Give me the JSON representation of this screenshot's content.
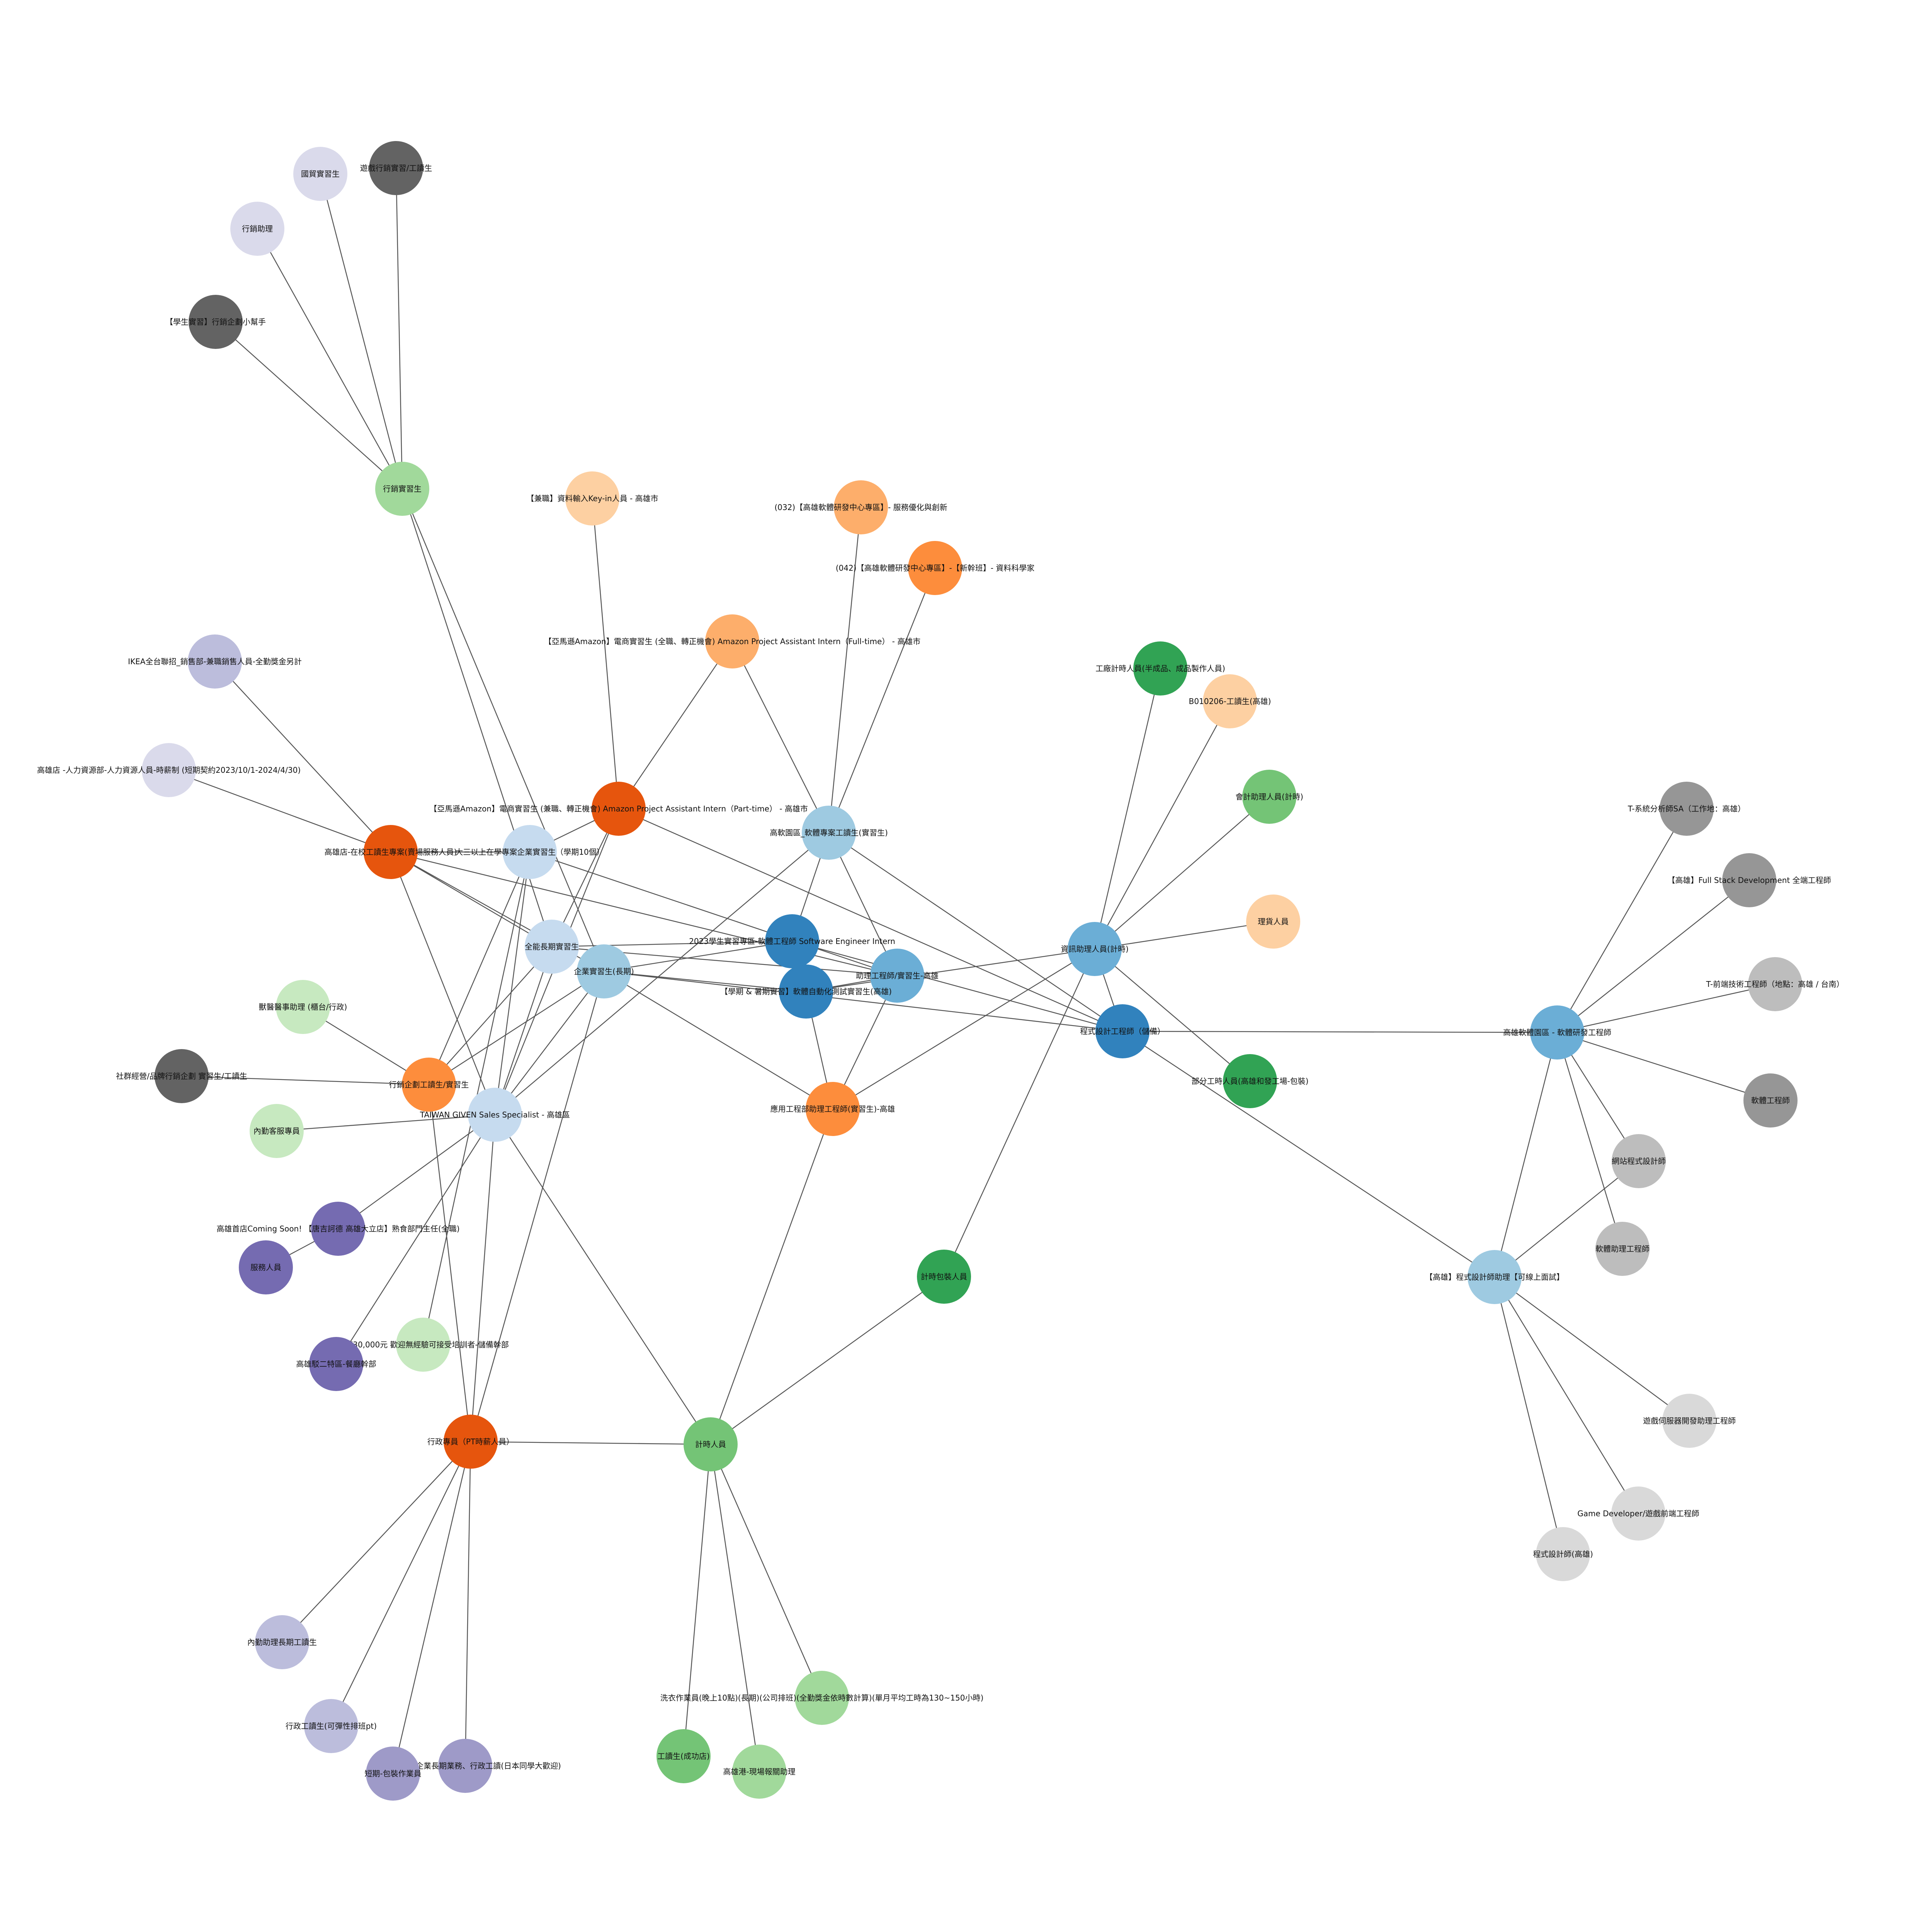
{
  "colors": {
    "edge": "#555555",
    "label": "#111111",
    "palette": {
      "orange_dark": "#e6550d",
      "orange": "#fd8d3c",
      "orange_light": "#fdae6b",
      "orange_pale": "#fdd0a2",
      "blue_dark": "#3182bd",
      "blue": "#6baed6",
      "blue_light": "#9ecae1",
      "blue_pale": "#c6dbef",
      "green_dark": "#31a354",
      "green": "#74c476",
      "green_light": "#a1d99b",
      "green_pale": "#c7e9c0",
      "purple_dark": "#756bb1",
      "purple": "#9e9ac8",
      "purple_light": "#bcbddc",
      "purple_pale": "#dadaeb",
      "grey_dark": "#636363",
      "grey": "#969696",
      "grey_light": "#bdbdbd",
      "grey_pale": "#d9d9d9"
    }
  },
  "nodes": [
    {
      "id": "n_game_marketing",
      "label": "遊戲行銷實習/工讀生",
      "color": "grey_dark"
    },
    {
      "id": "n_trade_intern",
      "label": "國貿實習生",
      "color": "purple_pale"
    },
    {
      "id": "n_marketing_asst",
      "label": "行銷助理",
      "color": "purple_pale"
    },
    {
      "id": "n_student_marketing",
      "label": "【學生實習】行銷企劃小幫手",
      "color": "grey_dark"
    },
    {
      "id": "n_marketing_intern",
      "label": "行銷實習生",
      "color": "green_light"
    },
    {
      "id": "n_keyin",
      "label": "【兼職】資料輸入Key-in人員 - 高雄市",
      "color": "orange_pale"
    },
    {
      "id": "n_032",
      "label": "(032)【高雄軟體研發中心專區】- 服務優化與創新",
      "color": "orange_light"
    },
    {
      "id": "n_042",
      "label": "(042)【高雄軟體研發中心專區】-【新幹班】- 資料科學家",
      "color": "orange"
    },
    {
      "id": "n_amazon_ft",
      "label": "【亞馬遜Amazon】電商實習生 (全職、轉正機會) Amazon Project Assistant Intern（Full-time） - 高雄市",
      "color": "orange_light"
    },
    {
      "id": "n_ikea",
      "label": "IKEA全台聯招_銷售部-兼職銷售人員-全勤獎金另計",
      "color": "purple_light"
    },
    {
      "id": "n_hr",
      "label": "高雄店 -人力資源部-人力資源人員-時薪制 (短期契約2023/10/1-2024/4/30)",
      "color": "purple_pale"
    },
    {
      "id": "n_kaohsiung_store",
      "label": "高雄店-在校工讀生專案(賣場服務人員)",
      "color": "orange_dark"
    },
    {
      "id": "n_amazon_pt",
      "label": "【亞馬遜Amazon】電商實習生 (兼職、轉正機會) Amazon Project Assistant Intern（Part-time） - 高雄市",
      "color": "orange_dark"
    },
    {
      "id": "n_enterprise_10",
      "label": "大三以上在學專案企業實習生（學期10個）",
      "color": "blue_pale"
    },
    {
      "id": "n_kaohsiung_soft",
      "label": "高軟園區_軟體專案工讀生(實習生)",
      "color": "blue_light"
    },
    {
      "id": "n_allround_intern",
      "label": "全能長期實習生",
      "color": "blue_pale"
    },
    {
      "id": "n_enterprise_long",
      "label": "企業實習生(長期)",
      "color": "blue_light"
    },
    {
      "id": "n_swe_intern",
      "label": "2023學生實習專區-軟體工程師 Software Engineer Intern",
      "color": "blue_dark"
    },
    {
      "id": "n_asst_eng",
      "label": "助理工程師/實習生-高雄",
      "color": "blue"
    },
    {
      "id": "n_auto_test",
      "label": "【學期 & 暑期實習】軟體自動化測試實習生(高雄)",
      "color": "blue_dark"
    },
    {
      "id": "n_vet",
      "label": "獸醫醫事助理 (櫃台/行政)",
      "color": "green_pale"
    },
    {
      "id": "n_community",
      "label": "社群經營/品牌行銷企劃 實習生/工讀生",
      "color": "grey_dark"
    },
    {
      "id": "n_mkt_plan",
      "label": "行銷企劃工讀生/實習生",
      "color": "orange"
    },
    {
      "id": "n_taiwan_given",
      "label": "TAIWAN GIVEN  Sales Specialist - 高雄區",
      "color": "blue_pale"
    },
    {
      "id": "n_customer_svc",
      "label": "內勤客服專員",
      "color": "green_pale"
    },
    {
      "id": "n_app_eng",
      "label": "應用工程部助理工程師(實習生)-高雄",
      "color": "orange"
    },
    {
      "id": "n_info_asst",
      "label": "資訊助理人員(計時)",
      "color": "blue"
    },
    {
      "id": "n_prog_design",
      "label": "程式設計工程師（儲備）",
      "color": "blue_dark"
    },
    {
      "id": "n_factory_pt",
      "label": "工廠計時人員(半成品、成品製作人員)",
      "color": "green_dark"
    },
    {
      "id": "n_b010206",
      "label": "B010206-工讀生(高雄)",
      "color": "orange_pale"
    },
    {
      "id": "n_accounting",
      "label": "會計助理人員(計時)",
      "color": "green"
    },
    {
      "id": "n_warehouse",
      "label": "理貨人員",
      "color": "orange_pale"
    },
    {
      "id": "n_partial_pt",
      "label": "部分工時人員(高雄和發工場-包裝)",
      "color": "green_dark"
    },
    {
      "id": "n_kaohsiung_rd",
      "label": "高雄軟體園區 - 軟體研發工程師",
      "color": "blue"
    },
    {
      "id": "n_sa",
      "label": "T-系統分析師SA（工作地：高雄）",
      "color": "grey"
    },
    {
      "id": "n_fullstack",
      "label": "【高雄】Full Stack Development 全端工程師",
      "color": "grey"
    },
    {
      "id": "n_frontend",
      "label": "T-前端技術工程師（地點：高雄 / 台南）",
      "color": "grey_light"
    },
    {
      "id": "n_sw_eng",
      "label": "軟體工程師",
      "color": "grey"
    },
    {
      "id": "n_web_dev",
      "label": "網站程式設計師",
      "color": "grey_light"
    },
    {
      "id": "n_sw_asst",
      "label": "軟體助理工程師",
      "color": "grey_light"
    },
    {
      "id": "n_prog_asst",
      "label": "【高雄】程式設計師助理【可線上面試】",
      "color": "blue_light"
    },
    {
      "id": "n_game_server",
      "label": "遊戲伺服器開發助理工程師",
      "color": "grey_pale"
    },
    {
      "id": "n_game_dev",
      "label": "Game Developer/遊戲前端工程師",
      "color": "grey_pale"
    },
    {
      "id": "n_programmer",
      "label": "程式設計師(高雄)",
      "color": "grey_pale"
    },
    {
      "id": "n_hourly_pack",
      "label": "計時包裝人員",
      "color": "green_dark"
    },
    {
      "id": "n_hourly",
      "label": "計時人員",
      "color": "green"
    },
    {
      "id": "n_admin_pt",
      "label": "行政專員（PT時薪人員）",
      "color": "orange_dark"
    },
    {
      "id": "n_first_store",
      "label": "高雄首店Coming Soon! 【唐吉訶德 高雄大立店】熟食部門主任(全職)",
      "color": "purple_dark"
    },
    {
      "id": "n_service",
      "label": "服務人員",
      "color": "purple_dark"
    },
    {
      "id": "n_salary",
      "label": "起薪30,000元 歡迎無經驗可接受培訓者-儲備幹部",
      "color": "green_pale"
    },
    {
      "id": "n_second_area",
      "label": "高雄駁二特區-餐廳幹部",
      "color": "purple_dark"
    },
    {
      "id": "n_office_long",
      "label": "內勤助理長期工讀生",
      "color": "purple_light"
    },
    {
      "id": "n_admin_flex",
      "label": "行政工讀生(可彈性排班pt)",
      "color": "purple_light"
    },
    {
      "id": "n_japan",
      "label": "【高雄】日商企業長期業務、行政工讀(日本同學大歡迎)",
      "color": "purple"
    },
    {
      "id": "n_short_pack",
      "label": "短期-包裝作業員",
      "color": "purple"
    },
    {
      "id": "n_laundry",
      "label": "洗衣作業員(晚上10點)(長期)(公司排班)(全勤獎金依時數計算)(單月平均工時為130~150小時)",
      "color": "green_light"
    },
    {
      "id": "n_cheng_gong",
      "label": "工讀生(成功店)",
      "color": "green"
    },
    {
      "id": "n_port",
      "label": "高雄港-現場報關助理",
      "color": "green_light"
    }
  ],
  "edges": [
    [
      "n_marketing_intern",
      "n_game_marketing"
    ],
    [
      "n_marketing_intern",
      "n_trade_intern"
    ],
    [
      "n_marketing_intern",
      "n_marketing_asst"
    ],
    [
      "n_marketing_intern",
      "n_student_marketing"
    ],
    [
      "n_marketing_intern",
      "n_allround_intern"
    ],
    [
      "n_marketing_intern",
      "n_enterprise_long"
    ],
    [
      "n_amazon_pt",
      "n_keyin"
    ],
    [
      "n_amazon_pt",
      "n_amazon_ft"
    ],
    [
      "n_kaohsiung_soft",
      "n_amazon_ft"
    ],
    [
      "n_kaohsiung_soft",
      "n_032"
    ],
    [
      "n_kaohsiung_soft",
      "n_042"
    ],
    [
      "n_kaohsiung_store",
      "n_ikea"
    ],
    [
      "n_kaohsiung_store",
      "n_hr"
    ],
    [
      "n_kaohsiung_store",
      "n_enterprise_10"
    ],
    [
      "n_kaohsiung_store",
      "n_allround_intern"
    ],
    [
      "n_kaohsiung_store",
      "n_enterprise_long"
    ],
    [
      "n_kaohsiung_store",
      "n_taiwan_given"
    ],
    [
      "n_kaohsiung_store",
      "n_asst_eng"
    ],
    [
      "n_amazon_pt",
      "n_enterprise_10"
    ],
    [
      "n_amazon_pt",
      "n_allround_intern"
    ],
    [
      "n_amazon_pt",
      "n_taiwan_given"
    ],
    [
      "n_amazon_pt",
      "n_prog_design"
    ],
    [
      "n_enterprise_10",
      "n_asst_eng"
    ],
    [
      "n_enterprise_10",
      "n_taiwan_given"
    ],
    [
      "n_enterprise_10",
      "n_mkt_plan"
    ],
    [
      "n_kaohsiung_soft",
      "n_swe_intern"
    ],
    [
      "n_kaohsiung_soft",
      "n_asst_eng"
    ],
    [
      "n_kaohsiung_soft",
      "n_prog_design"
    ],
    [
      "n_kaohsiung_soft",
      "n_taiwan_given"
    ],
    [
      "n_allround_intern",
      "n_swe_intern"
    ],
    [
      "n_allround_intern",
      "n_mkt_plan"
    ],
    [
      "n_allround_intern",
      "n_taiwan_given"
    ],
    [
      "n_allround_intern",
      "n_asst_eng"
    ],
    [
      "n_enterprise_long",
      "n_swe_intern"
    ],
    [
      "n_enterprise_long",
      "n_auto_test"
    ],
    [
      "n_enterprise_long",
      "n_prog_design"
    ],
    [
      "n_enterprise_long",
      "n_app_eng"
    ],
    [
      "n_enterprise_long",
      "n_taiwan_given"
    ],
    [
      "n_enterprise_long",
      "n_mkt_plan"
    ],
    [
      "n_enterprise_long",
      "n_admin_pt"
    ],
    [
      "n_swe_intern",
      "n_auto_test"
    ],
    [
      "n_swe_intern",
      "n_prog_design"
    ],
    [
      "n_asst_eng",
      "n_auto_test"
    ],
    [
      "n_asst_eng",
      "n_app_eng"
    ],
    [
      "n_auto_test",
      "n_app_eng"
    ],
    [
      "n_auto_test",
      "n_info_asst"
    ],
    [
      "n_info_asst",
      "n_factory_pt"
    ],
    [
      "n_info_asst",
      "n_b010206"
    ],
    [
      "n_info_asst",
      "n_accounting"
    ],
    [
      "n_info_asst",
      "n_warehouse"
    ],
    [
      "n_info_asst",
      "n_partial_pt"
    ],
    [
      "n_info_asst",
      "n_hourly_pack"
    ],
    [
      "n_info_asst",
      "n_app_eng"
    ],
    [
      "n_info_asst",
      "n_prog_design"
    ],
    [
      "n_prog_design",
      "n_kaohsiung_rd"
    ],
    [
      "n_prog_design",
      "n_prog_asst"
    ],
    [
      "n_kaohsiung_rd",
      "n_sa"
    ],
    [
      "n_kaohsiung_rd",
      "n_fullstack"
    ],
    [
      "n_kaohsiung_rd",
      "n_frontend"
    ],
    [
      "n_kaohsiung_rd",
      "n_sw_eng"
    ],
    [
      "n_kaohsiung_rd",
      "n_web_dev"
    ],
    [
      "n_kaohsiung_rd",
      "n_sw_asst"
    ],
    [
      "n_kaohsiung_rd",
      "n_prog_asst"
    ],
    [
      "n_prog_asst",
      "n_web_dev"
    ],
    [
      "n_prog_asst",
      "n_game_server"
    ],
    [
      "n_prog_asst",
      "n_game_dev"
    ],
    [
      "n_prog_asst",
      "n_programmer"
    ],
    [
      "n_mkt_plan",
      "n_vet"
    ],
    [
      "n_mkt_plan",
      "n_community"
    ],
    [
      "n_mkt_plan",
      "n_admin_pt"
    ],
    [
      "n_taiwan_given",
      "n_customer_svc"
    ],
    [
      "n_taiwan_given",
      "n_first_store"
    ],
    [
      "n_taiwan_given",
      "n_second_area"
    ],
    [
      "n_taiwan_given",
      "n_hourly"
    ],
    [
      "n_taiwan_given",
      "n_admin_pt"
    ],
    [
      "n_first_store",
      "n_service"
    ],
    [
      "n_salary",
      "n_enterprise_10"
    ],
    [
      "n_app_eng",
      "n_hourly"
    ],
    [
      "n_hourly_pack",
      "n_hourly"
    ],
    [
      "n_hourly",
      "n_admin_pt"
    ],
    [
      "n_hourly",
      "n_laundry"
    ],
    [
      "n_hourly",
      "n_cheng_gong"
    ],
    [
      "n_hourly",
      "n_port"
    ],
    [
      "n_admin_pt",
      "n_office_long"
    ],
    [
      "n_admin_pt",
      "n_admin_flex"
    ],
    [
      "n_admin_pt",
      "n_japan"
    ],
    [
      "n_admin_pt",
      "n_short_pack"
    ]
  ]
}
